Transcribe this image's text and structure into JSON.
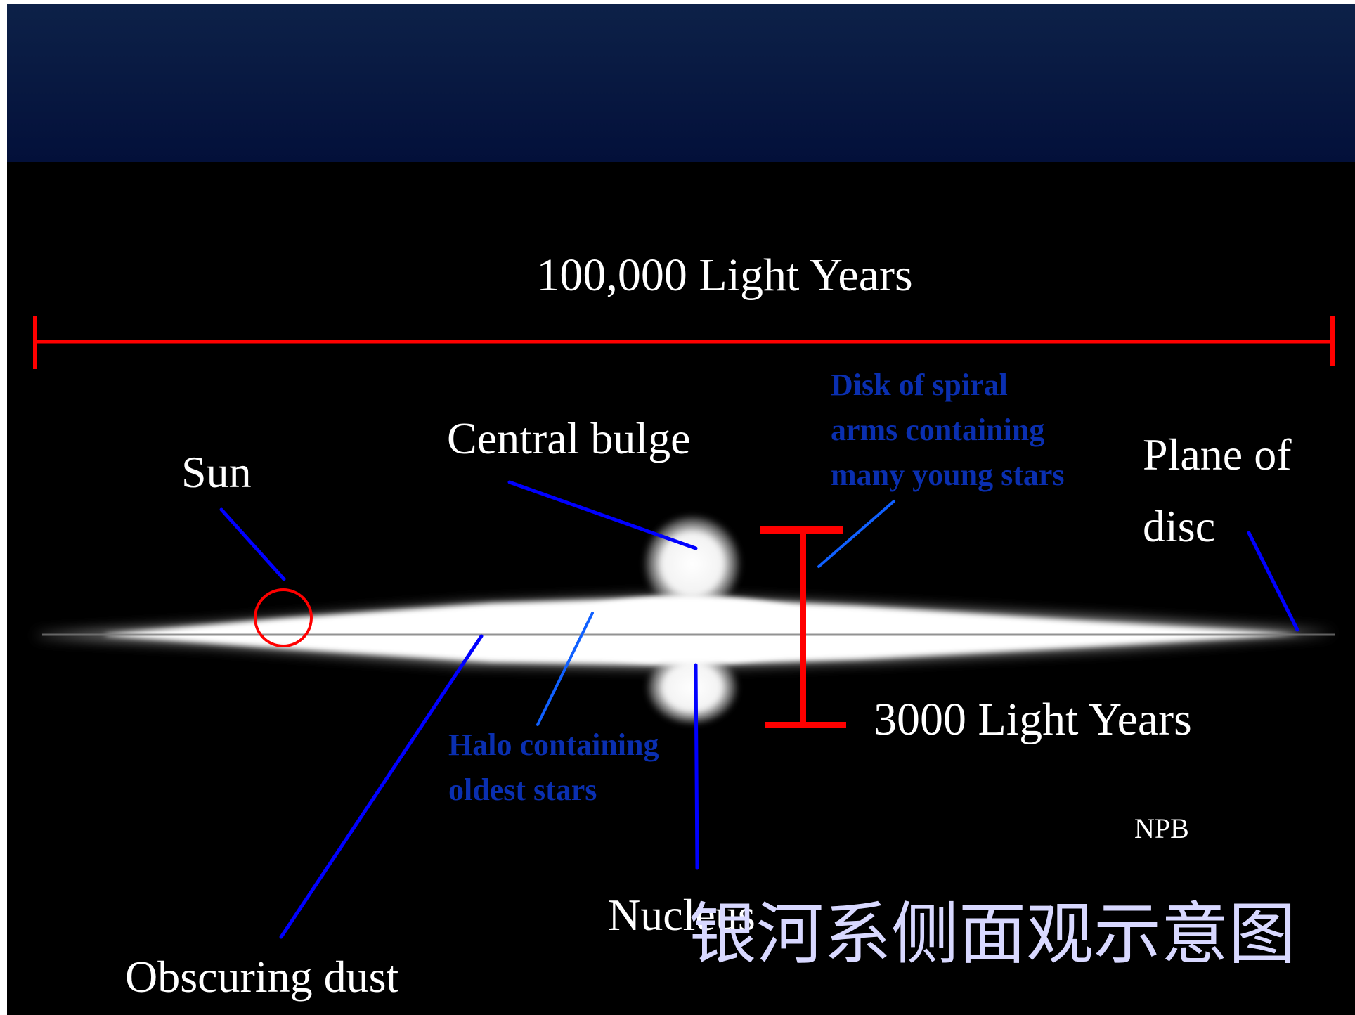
{
  "diagram": {
    "scale_width_label": "100,000 Light Years",
    "scale_height_label": "3000 Light Years",
    "labels": {
      "sun": "Sun",
      "central_bulge": "Central bulge",
      "disk_line1": "Disk of spiral",
      "disk_line2": "arms containing",
      "disk_line3": "many young stars",
      "plane_line1": "Plane of",
      "plane_line2": "disc",
      "halo_line1": "Halo containing",
      "halo_line2": "oldest stars",
      "nucleus": "Nucleus",
      "obscuring_dust": "Obscuring dust",
      "credit": "NPB"
    },
    "caption": "银河系侧面观示意图",
    "colors": {
      "header_top": "#0c1f45",
      "header_bottom": "#02113a",
      "background": "#000000",
      "scale_bar": "#ff0000",
      "pointer_line": "#0000ff",
      "blue_text": "#0a2fb0",
      "caption": "#d8d8ff"
    }
  }
}
